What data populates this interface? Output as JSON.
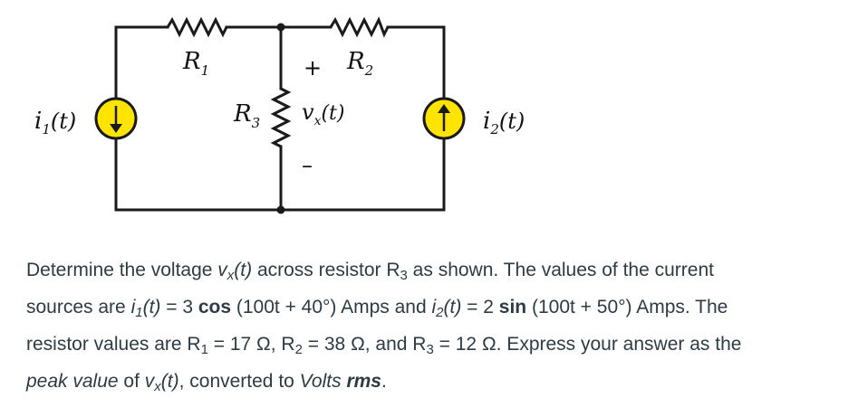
{
  "circuit": {
    "source_1": {
      "name": "i",
      "sub": "1",
      "arg": "(t)"
    },
    "source_2": {
      "name": "i",
      "sub": "2",
      "arg": "(t)"
    },
    "r1": {
      "name": "R",
      "sub": "1"
    },
    "r2": {
      "name": "R",
      "sub": "2"
    },
    "r3": {
      "name": "R",
      "sub": "3"
    },
    "vx": {
      "name": "v",
      "sub": "x",
      "arg": "(t)",
      "plus": "+",
      "minus": "–"
    }
  },
  "problem": {
    "l1_a": "Determine the voltage ",
    "l1_v": "v",
    "l1_vsub": "x",
    "l1_vt": "(t)",
    "l1_b": " across resistor R",
    "l1_r3sub": "3",
    "l1_c": " as shown. The values of the current",
    "l2_a": "sources are ",
    "l2_i1": "i",
    "l2_i1sub": "1",
    "l2_i1t": "(t)",
    "l2_b": " = 3 ",
    "l2_cos": "cos",
    "l2_c": " (100t + 40°) Amps and ",
    "l2_i2": "i",
    "l2_i2sub": "2",
    "l2_i2t": "(t)",
    "l2_d": " = 2 ",
    "l2_sin": "sin",
    "l2_e": " (100t + 50°) Amps. The",
    "l3_a": "resistor values are R",
    "l3_r1sub": "1",
    "l3_b": " = 17 Ω, R",
    "l3_r2sub": "2",
    "l3_c": " = 38 Ω, and R",
    "l3_r3sub": "3",
    "l3_d": " = 12 Ω. Express your answer as the",
    "l4_peak": "peak value",
    "l4_a": " of ",
    "l4_v": "v",
    "l4_vsub": "x",
    "l4_vt": "(t)",
    "l4_b": ", converted to ",
    "l4_volts": "Volts",
    "l4_space": " ",
    "l4_rms": "rms",
    "l4_period": "."
  },
  "colors": {
    "wire": "#1a1a1a",
    "source_fill": "#ffe400",
    "text": "#2d3b45"
  }
}
